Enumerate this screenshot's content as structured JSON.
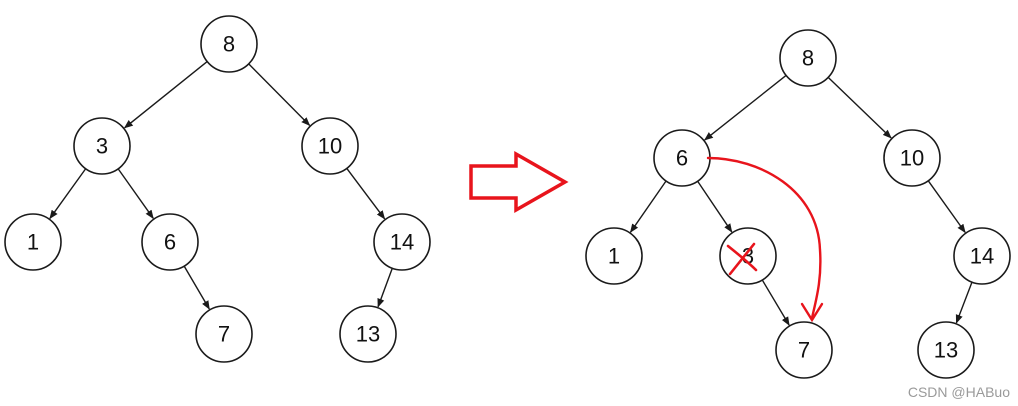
{
  "trees": [
    {
      "id": "before",
      "nodes": [
        {
          "key": "n8",
          "label": "8"
        },
        {
          "key": "n3",
          "label": "3"
        },
        {
          "key": "n10",
          "label": "10"
        },
        {
          "key": "n1",
          "label": "1"
        },
        {
          "key": "n6",
          "label": "6"
        },
        {
          "key": "n14",
          "label": "14"
        },
        {
          "key": "n7",
          "label": "7"
        },
        {
          "key": "n13",
          "label": "13"
        }
      ],
      "edges": [
        [
          "n8",
          "n3"
        ],
        [
          "n8",
          "n10"
        ],
        [
          "n3",
          "n1"
        ],
        [
          "n3",
          "n6"
        ],
        [
          "n10",
          "n14"
        ],
        [
          "n6",
          "n7"
        ],
        [
          "n14",
          "n13"
        ]
      ]
    },
    {
      "id": "after",
      "nodes": [
        {
          "key": "m8",
          "label": "8"
        },
        {
          "key": "m6",
          "label": "6"
        },
        {
          "key": "m10",
          "label": "10"
        },
        {
          "key": "m1",
          "label": "1"
        },
        {
          "key": "m3",
          "label": "3",
          "crossed_out": true
        },
        {
          "key": "m14",
          "label": "14"
        },
        {
          "key": "m7",
          "label": "7"
        },
        {
          "key": "m13",
          "label": "13"
        }
      ],
      "edges": [
        [
          "m8",
          "m6"
        ],
        [
          "m8",
          "m10"
        ],
        [
          "m6",
          "m1"
        ],
        [
          "m6",
          "m3"
        ],
        [
          "m10",
          "m14"
        ],
        [
          "m3",
          "m7"
        ],
        [
          "m14",
          "m13"
        ]
      ],
      "annotation": {
        "type": "curved-arrow",
        "from": "m6",
        "to": "m7",
        "color": "#e8141c"
      }
    }
  ],
  "transition_arrow": {
    "color": "#e8141c",
    "direction": "right"
  },
  "watermark": "CSDN @HABuo"
}
